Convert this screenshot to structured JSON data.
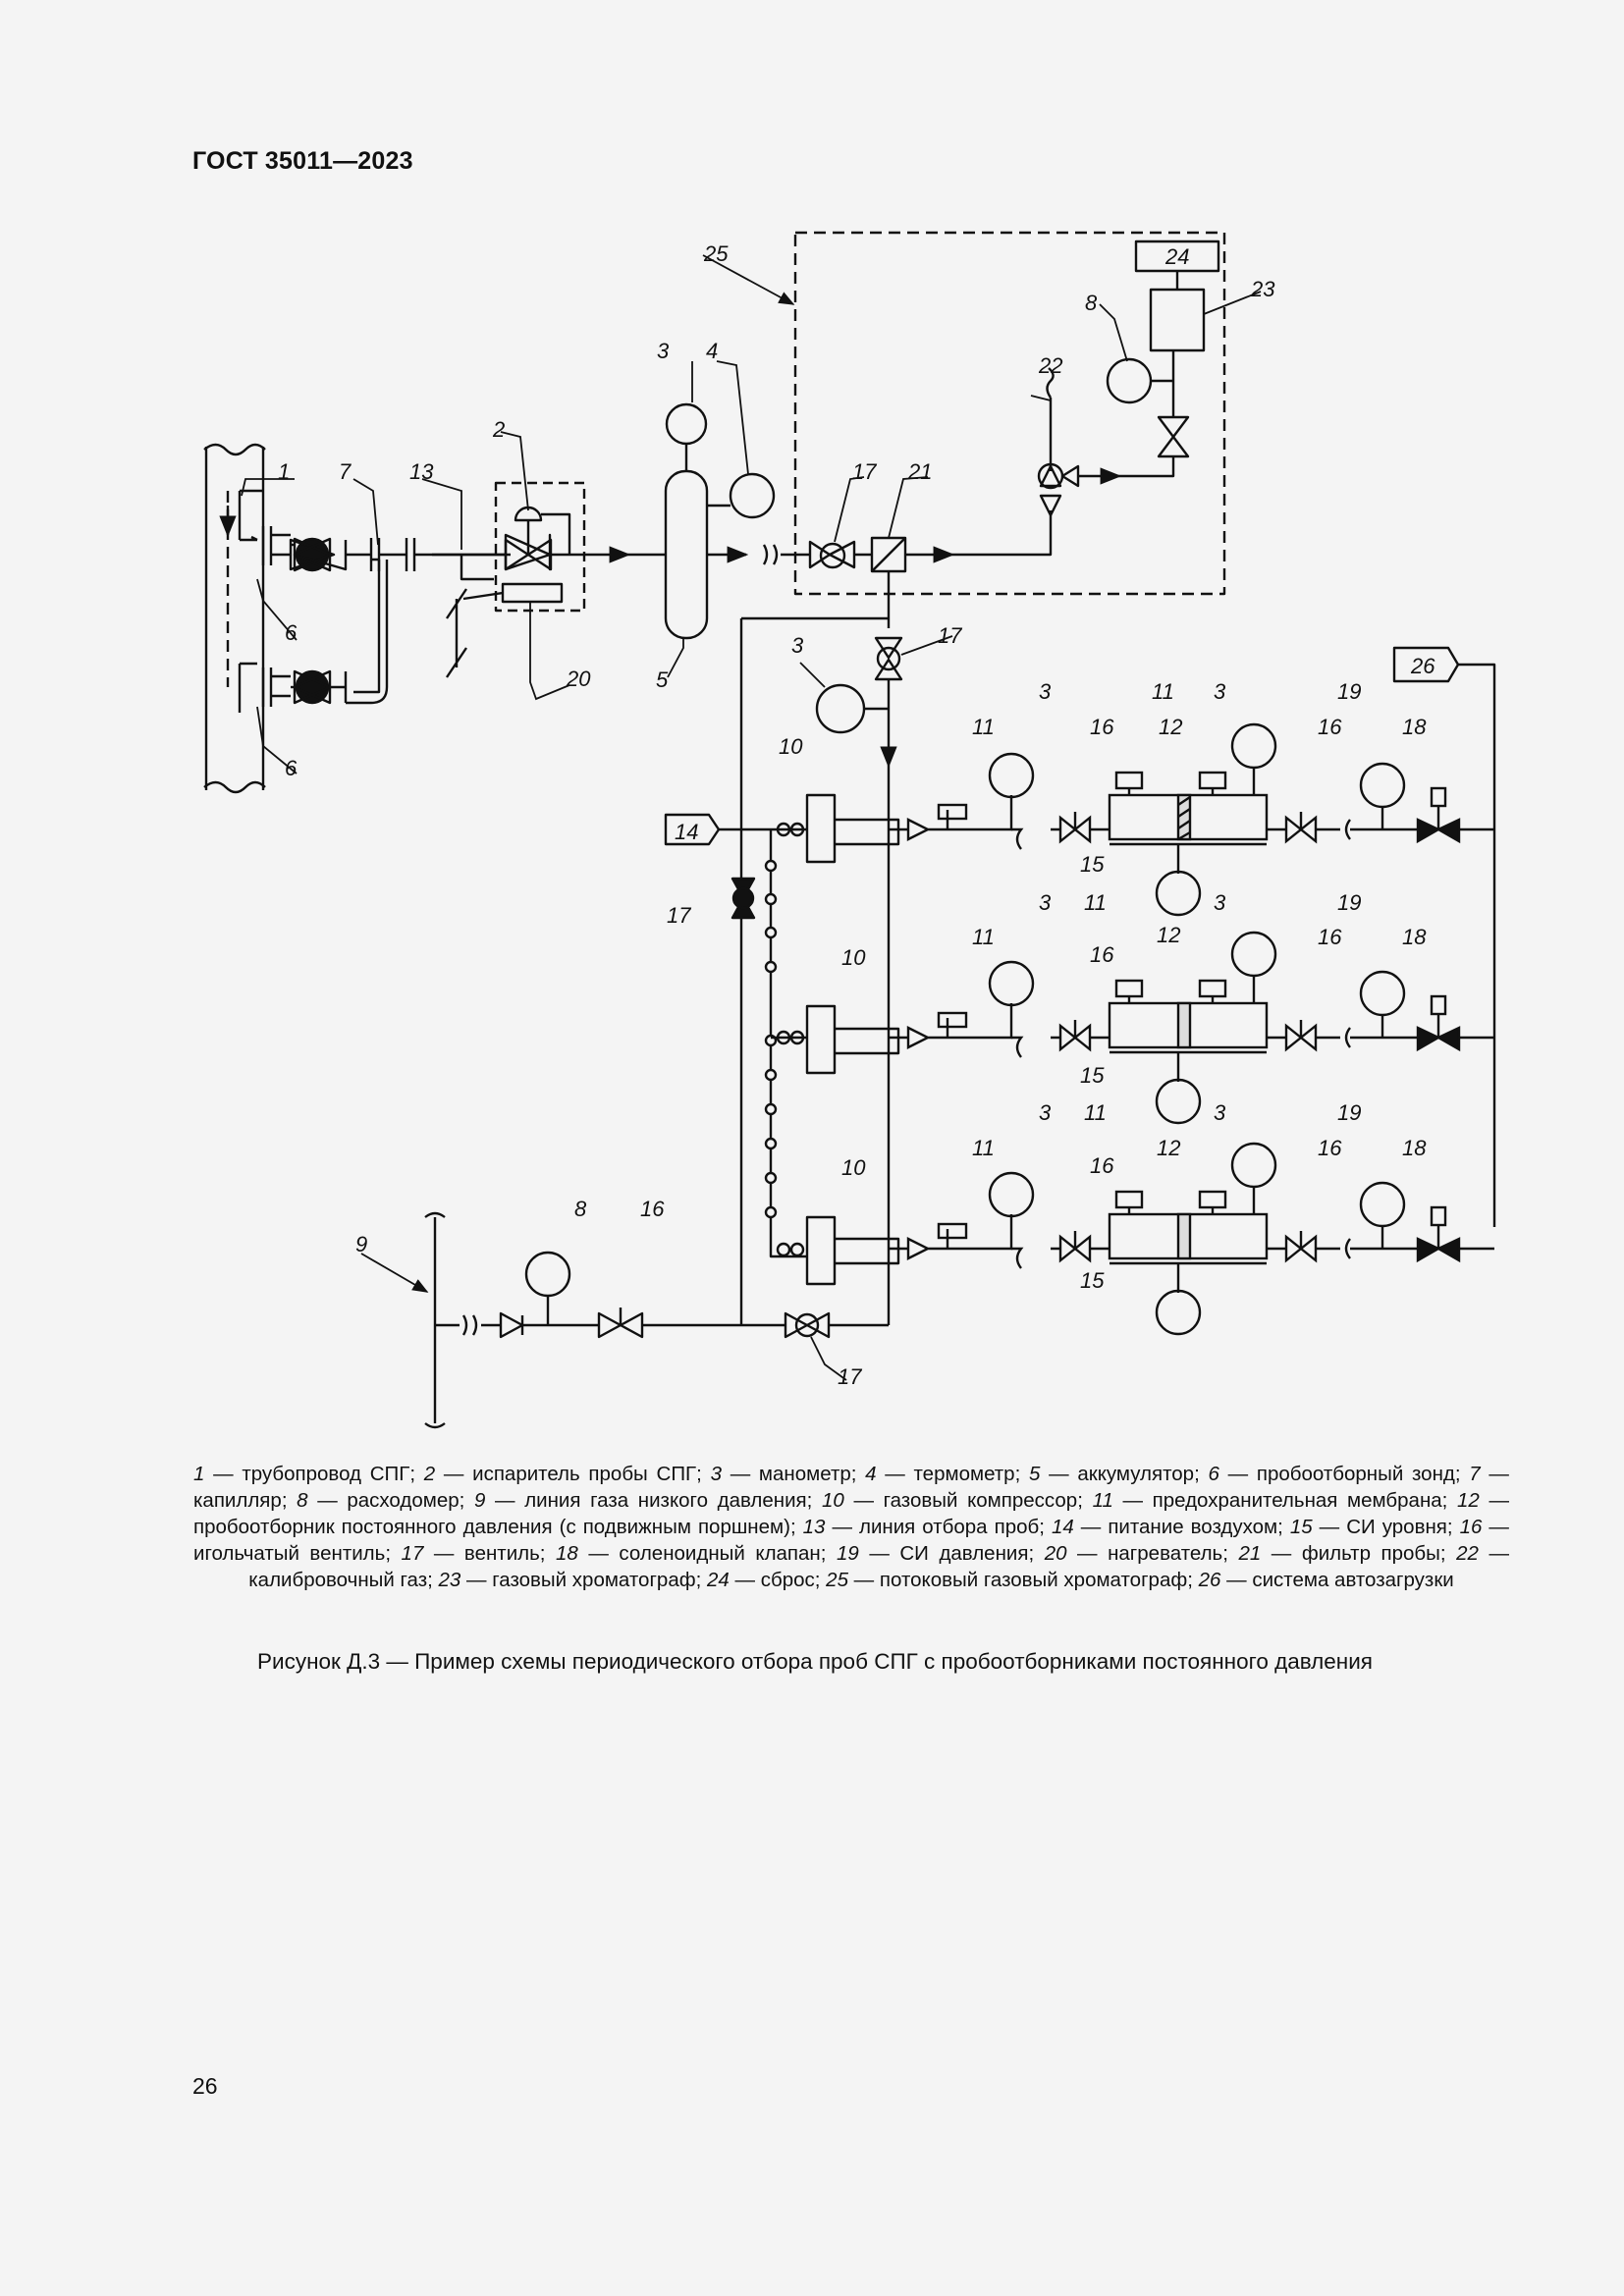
{
  "document": {
    "standard": "ГОСТ 35011—2023",
    "page_number": "26"
  },
  "figure": {
    "labels": {
      "n1": "1",
      "n2": "2",
      "n3": "3",
      "n4": "4",
      "n5": "5",
      "n6": "6",
      "n7": "7",
      "n8": "8",
      "n9": "9",
      "n10": "10",
      "n11": "11",
      "n12": "12",
      "n13": "13",
      "n14": "14",
      "n15": "15",
      "n16": "16",
      "n17": "17",
      "n18": "18",
      "n19": "19",
      "n20": "20",
      "n21": "21",
      "n22": "22",
      "n23": "23",
      "n24": "24",
      "n25": "25",
      "n26": "26"
    },
    "legend": [
      {
        "num": "1",
        "text": "трубопровод СПГ"
      },
      {
        "num": "2",
        "text": "испаритель пробы СПГ"
      },
      {
        "num": "3",
        "text": "манометр"
      },
      {
        "num": "4",
        "text": "термометр"
      },
      {
        "num": "5",
        "text": "аккумулятор"
      },
      {
        "num": "6",
        "text": "пробоотборный зонд"
      },
      {
        "num": "7",
        "text": "капилляр"
      },
      {
        "num": "8",
        "text": "расходомер"
      },
      {
        "num": "9",
        "text": "линия газа низкого давления"
      },
      {
        "num": "10",
        "text": "газовый компрессор"
      },
      {
        "num": "11",
        "text": "предохранительная мембрана"
      },
      {
        "num": "12",
        "text": "пробоотборник постоянного давления (с подвижным поршнем)"
      },
      {
        "num": "13",
        "text": "линия отбора проб"
      },
      {
        "num": "14",
        "text": "питание воздухом"
      },
      {
        "num": "15",
        "text": "СИ уровня"
      },
      {
        "num": "16",
        "text": "игольчатый вентиль"
      },
      {
        "num": "17",
        "text": "вентиль"
      },
      {
        "num": "18",
        "text": "соленоидный клапан"
      },
      {
        "num": "19",
        "text": "СИ давления"
      },
      {
        "num": "20",
        "text": "нагреватель"
      },
      {
        "num": "21",
        "text": "фильтр пробы"
      },
      {
        "num": "22",
        "text": "калибровочный газ"
      },
      {
        "num": "23",
        "text": "газовый хроматограф"
      },
      {
        "num": "24",
        "text": "сброс"
      },
      {
        "num": "25",
        "text": "потоковый газовый хроматограф"
      },
      {
        "num": "26",
        "text": "система автозагрузки"
      }
    ],
    "caption": "Рисунок Д.3 — Пример схемы периодического отбора проб СПГ с пробоотборниками постоянного давления"
  }
}
